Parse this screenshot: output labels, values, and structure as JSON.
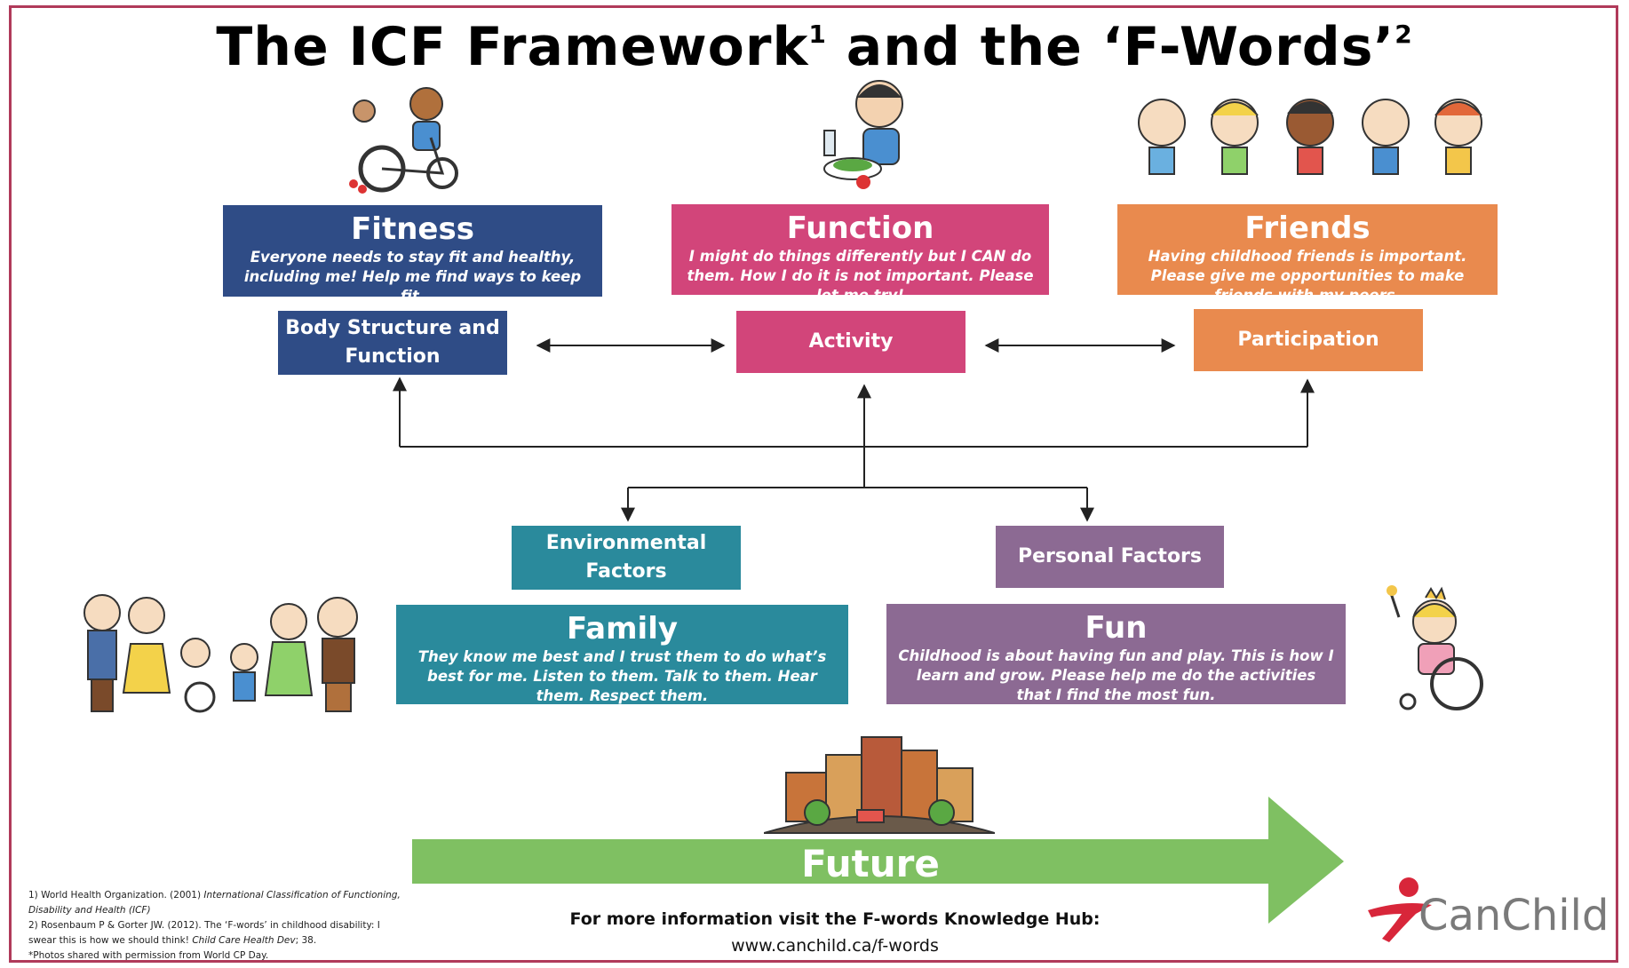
{
  "title": {
    "main": "The ICF Framework",
    "sup1": "1",
    "mid": " and the ‘F-Words’",
    "sup2": "2"
  },
  "fwords": {
    "fitness": {
      "heading": "Fitness",
      "text": "Everyone needs to stay fit and healthy, including me! Help me find ways to keep fit."
    },
    "function": {
      "heading": "Function",
      "text": "I might do things differently but I CAN do them. How I do it is not important. Please let me try!"
    },
    "friends": {
      "heading": "Friends",
      "text": "Having childhood friends is important. Please give me opportunities to make friends with my peers."
    },
    "family": {
      "heading": "Family",
      "text": "They know me best and I trust them to do what’s best for me. Listen to them. Talk to them. Hear them. Respect them."
    },
    "fun": {
      "heading": "Fun",
      "text": "Childhood is about having  fun and play. This is how I learn and grow. Please help me do the activities that I find the most fun."
    },
    "future": {
      "heading": "Future"
    }
  },
  "icf": {
    "body": "Body Structure and Function",
    "activity": "Activity",
    "participation": "Participation",
    "environmental": "Environmental Factors",
    "personal": "Personal Factors"
  },
  "references": {
    "ref1_a": "1) World Health Organization. (2001) ",
    "ref1_b": "International Classification of Functioning, Disability and Health (ICF)",
    "ref2_a": "2) Rosenbaum P & Gorter JW. (2012). The ‘F-words’ in childhood disability: I swear this is how we should think! ",
    "ref2_b": "Child Care Health Dev",
    "ref2_c": "; 38.",
    "photos": "*Photos shared with permission from World CP Day."
  },
  "info": {
    "line1": "For more information visit the F-words Knowledge Hub:",
    "line2": "www.canchild.ca/f-words"
  },
  "logo": {
    "text": "CanChild"
  },
  "colors": {
    "navy": "#2f4c86",
    "pink": "#d2457a",
    "orange": "#e98a4e",
    "teal": "#2a8a9c",
    "purple": "#8c6a93",
    "green": "#7fc062",
    "border": "#b03a5a"
  }
}
